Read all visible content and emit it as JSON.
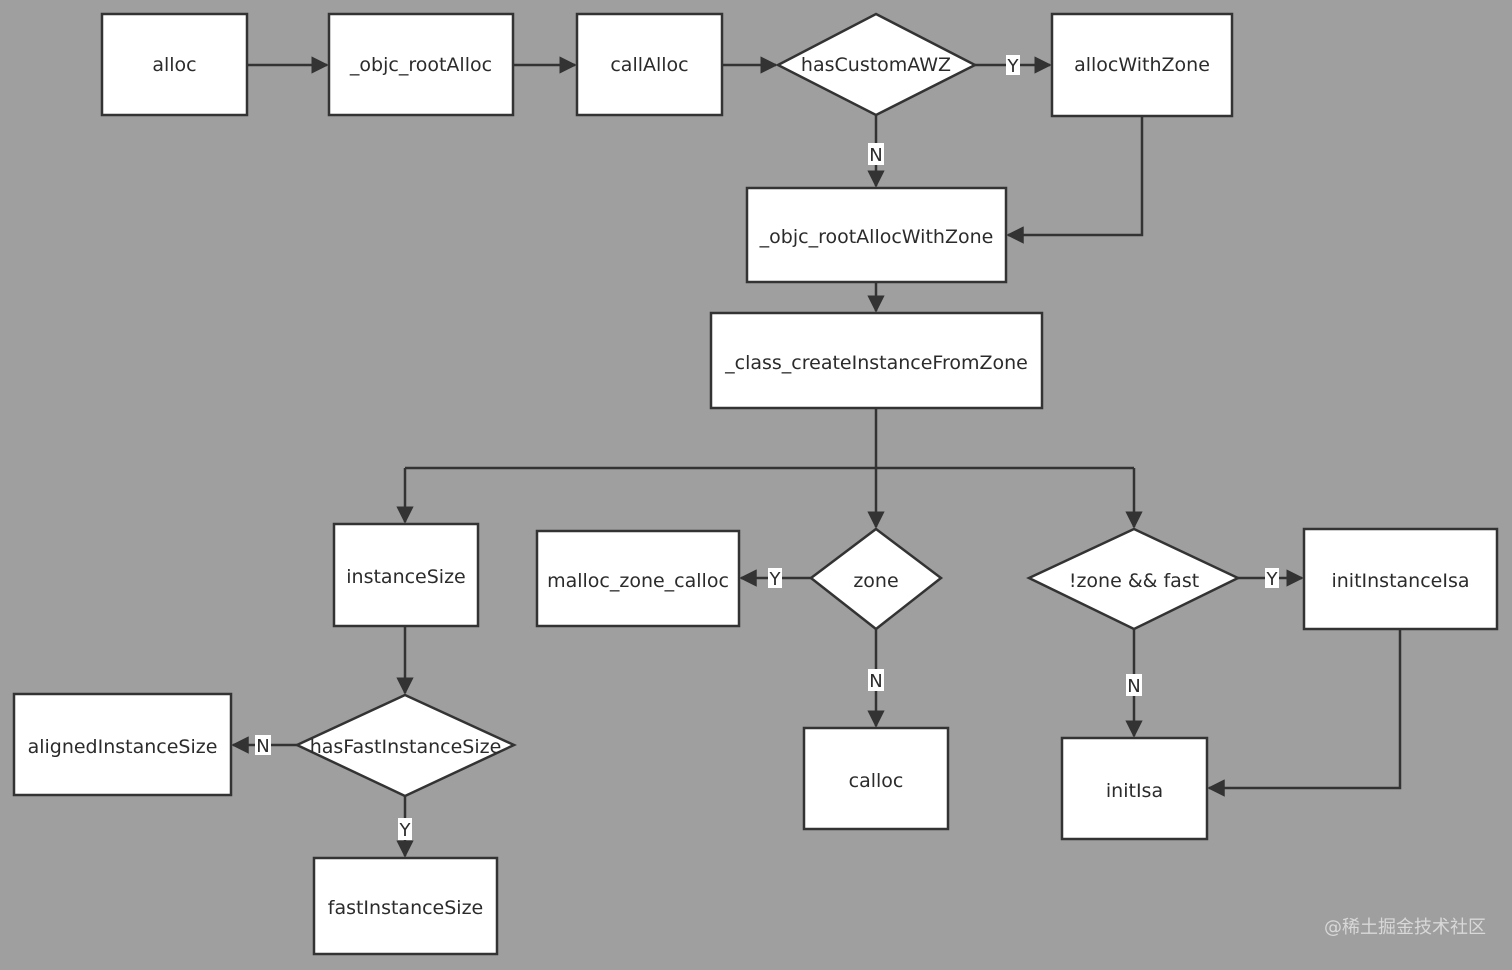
{
  "nodes": {
    "alloc": "alloc",
    "objc_rootAlloc": "_objc_rootAlloc",
    "callAlloc": "callAlloc",
    "hasCustomAWZ": "hasCustomAWZ",
    "allocWithZone": "allocWithZone",
    "objc_rootAllocWithZone": "_objc_rootAllocWithZone",
    "class_createInstanceFromZone": "_class_createInstanceFromZone",
    "instanceSize": "instanceSize",
    "malloc_zone_calloc": "malloc_zone_calloc",
    "zone": "zone",
    "zone_and_fast": "!zone && fast",
    "initInstanceIsa": "initInstanceIsa",
    "alignedInstanceSize": "alignedInstanceSize",
    "hasFastInstanceSize": "hasFastInstanceSize",
    "calloc": "calloc",
    "initIsa": "initIsa",
    "fastInstanceSize": "fastInstanceSize"
  },
  "edge_labels": {
    "yes": "Y",
    "no": "N"
  },
  "watermark": "@稀土掘金技术社区"
}
